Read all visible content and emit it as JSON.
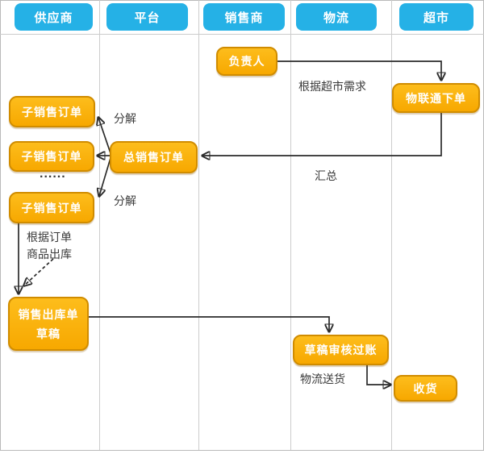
{
  "colors": {
    "header_bg": "#25b1e6",
    "node_fill_top": "#fdbd1c",
    "node_fill_bottom": "#f7a800",
    "node_border": "#d08c00",
    "node_text": "#ffffff",
    "arrow": "#2b2b2b",
    "lane_line": "#cccccc",
    "annotation_text": "#3a3a3a"
  },
  "lanes": [
    {
      "label": "供应商"
    },
    {
      "label": "平台"
    },
    {
      "label": "销售商"
    },
    {
      "label": "物流"
    },
    {
      "label": "超市"
    }
  ],
  "nodes": {
    "manager": {
      "label": "负责人"
    },
    "iot_order": {
      "label": "物联通下单"
    },
    "sub_order_1": {
      "label": "子销售订单"
    },
    "sub_order_2": {
      "label": "子销售订单"
    },
    "sub_order_3": {
      "label": "子销售订单"
    },
    "total_order": {
      "label": "总销售订单"
    },
    "outbound_draft": {
      "label": "销售出库单\n草稿"
    },
    "draft_audit": {
      "label": "草稿审核过账"
    },
    "receive": {
      "label": "收货"
    }
  },
  "annotations": {
    "per_supermarket_demand": "根据超市需求",
    "decompose_top": "分解",
    "decompose_bottom": "分解",
    "summarize": "汇总",
    "ellipsis": "......",
    "per_order_outbound": "根据订单\n商品出库",
    "logistics_delivery": "物流送货"
  }
}
